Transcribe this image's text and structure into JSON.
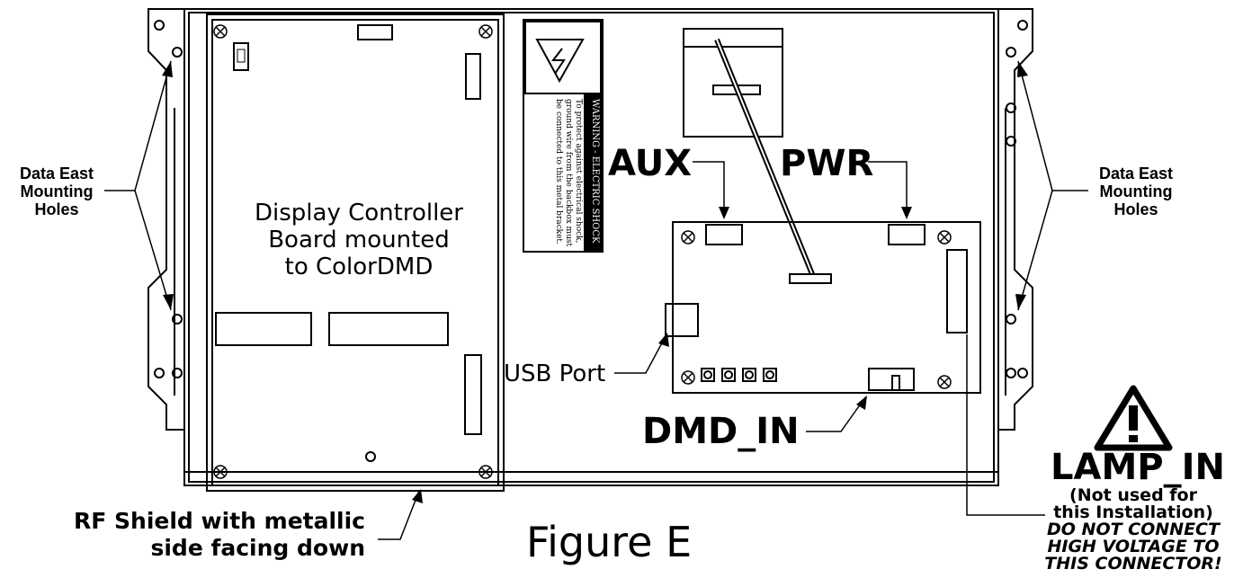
{
  "labels": {
    "left_mount_l1": "Data East",
    "left_mount_l2": "Mounting",
    "left_mount_l3": "Holes",
    "right_mount_l1": "Data East",
    "right_mount_l2": "Mounting",
    "right_mount_l3": "Holes",
    "controller_l1": "Display Controller",
    "controller_l2": "Board mounted",
    "controller_l3": "to ColorDMD",
    "aux": "AUX",
    "pwr": "PWR",
    "usb": "USB Port",
    "dmd_in": "DMD_IN",
    "lamp_in": "LAMP_IN",
    "lamp_note_l1": "(Not used for",
    "lamp_note_l2": "this Installation)",
    "lamp_warn_l1": "DO NOT CONNECT",
    "lamp_warn_l2": "HIGH VOLTAGE TO",
    "lamp_warn_l3": "THIS CONNECTOR!",
    "rf_l1": "RF Shield with metallic",
    "rf_l2": "side facing down",
    "figure": "Figure E"
  },
  "warning_sticker": {
    "title": "WARNING - ELECTRIC SHOCK",
    "line1": "To protect against electrical shock,",
    "line2": "ground wire from the backbox must",
    "line3": "be connected to this metal bracket."
  },
  "icons": {
    "shock": "electric-shock-warning-icon",
    "caution": "exclamation-triangle-icon"
  },
  "colors": {
    "line": "#000000",
    "background": "#ffffff"
  }
}
